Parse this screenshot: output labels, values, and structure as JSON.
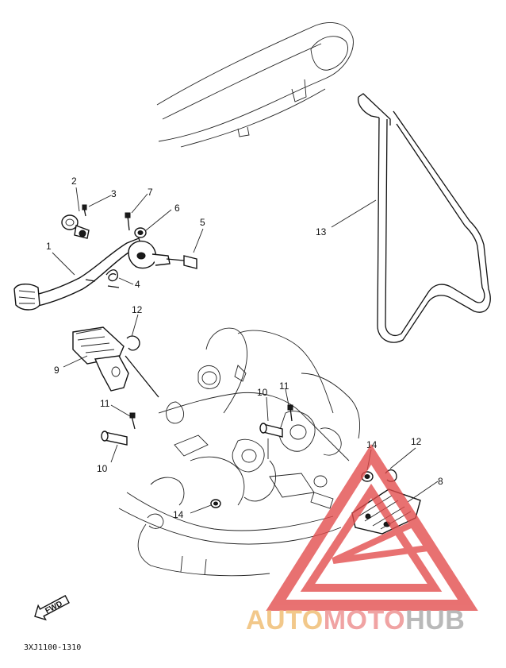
{
  "diagram_code": "3XJ1100-1310",
  "fwd_label": "FWD",
  "callouts": {
    "c1": "1",
    "c2": "2",
    "c3": "3",
    "c4": "4",
    "c5": "5",
    "c6": "6",
    "c7": "7",
    "c8": "8",
    "c9": "9",
    "c10a": "10",
    "c10b": "10",
    "c11a": "11",
    "c11b": "11",
    "c12a": "12",
    "c12b": "12",
    "c13": "13",
    "c14a": "14",
    "c14b": "14"
  },
  "watermark": {
    "part1": "AUTO",
    "part2": "MOTO",
    "part3": "HUB",
    "colors": {
      "auto": "#f2c88a",
      "moto": "#f0a3a3",
      "hub": "#b9b9b9",
      "triangle": "#e24a4a"
    }
  }
}
